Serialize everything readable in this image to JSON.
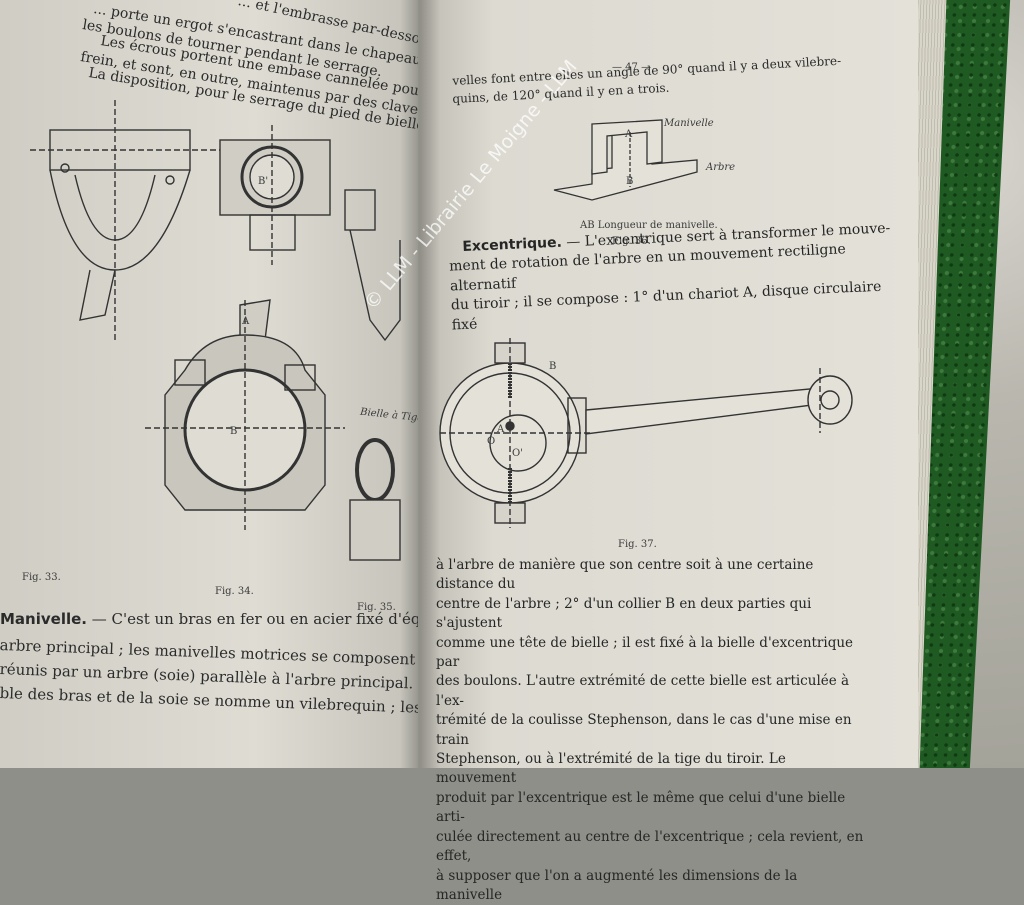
{
  "left_page": {
    "top_lines": [
      "... et l'embrasse par-dessous.",
      "... porte un ergot s'encastrant dans le chapeau et de deux boulons",
      "les boulons de tourner pendant le serrage.",
      "Les écrous portent une embase cannelée pour recevoir une",
      "frein, et sont, en outre, maintenus par des clavettes.",
      "La disposition, pour le serrage du pied de bielle, est la même"
    ],
    "fig_labels": {
      "b_prime": "B'",
      "a": "A",
      "b": "B",
      "bielle_tige": "Bielle à Tige"
    },
    "captions": {
      "fig33": "Fig. 33.",
      "fig34": "Fig. 34.",
      "fig35": "Fig. 35."
    },
    "manivelle_heading": "Manivelle.",
    "manivelle_lines": [
      "— C'est un bras en fer ou en acier fixé d'équerre",
      "arbre principal ; les manivelles motrices se composent de deux",
      "réunis par un arbre (soie) parallèle à l'arbre principal. L'en",
      "ble des bras et de la soie se nomme un vilebrequin ; les ma"
    ]
  },
  "right_page": {
    "page_number": "— 47 —",
    "intro_lines": [
      "velles font entre elles un angle de 90° quand il y a deux vilebre-",
      "quins, de 120° quand il y en a trois."
    ],
    "fig36": {
      "label_a": "A",
      "label_b": "B",
      "label_manivelle": "Manivelle",
      "label_arbre": "Arbre",
      "note": "AB Longueur de manivelle.",
      "caption": "Fig. 36."
    },
    "excentrique_heading": "Excentrique.",
    "excentrique_lines": [
      "— L'excentrique sert à transformer le mouve-",
      "ment de rotation de l'arbre en un mouvement rectiligne alternatif",
      "du tiroir ; il se compose : 1° d'un chariot A, disque circulaire fixé"
    ],
    "fig37": {
      "label_a": "A",
      "label_b": "B",
      "label_o": "O",
      "label_o_prime": "O'",
      "caption": "Fig. 37."
    },
    "body_lines": [
      "à l'arbre de manière que son centre soit à une certaine distance du",
      "centre de l'arbre ; 2° d'un collier B en deux parties qui s'ajustent",
      "comme une tête de bielle ; il est fixé à la bielle d'excentrique par",
      "des boulons. L'autre extrémité de cette bielle est articulée à l'ex-",
      "trémité de la coulisse Stephenson, dans le cas d'une mise en train",
      "Stephenson, ou à l'extrémité de la tige du tiroir. Le mouvement",
      "produit par l'excentrique est le même que celui d'une bielle arti-",
      "culée directement au centre de l'excentrique ; cela revient, en effet,",
      "à supposer que l'on a augmenté les dimensions de la manivelle"
    ]
  },
  "watermark": "© LLM - Librairie Le Moigne - LLM"
}
